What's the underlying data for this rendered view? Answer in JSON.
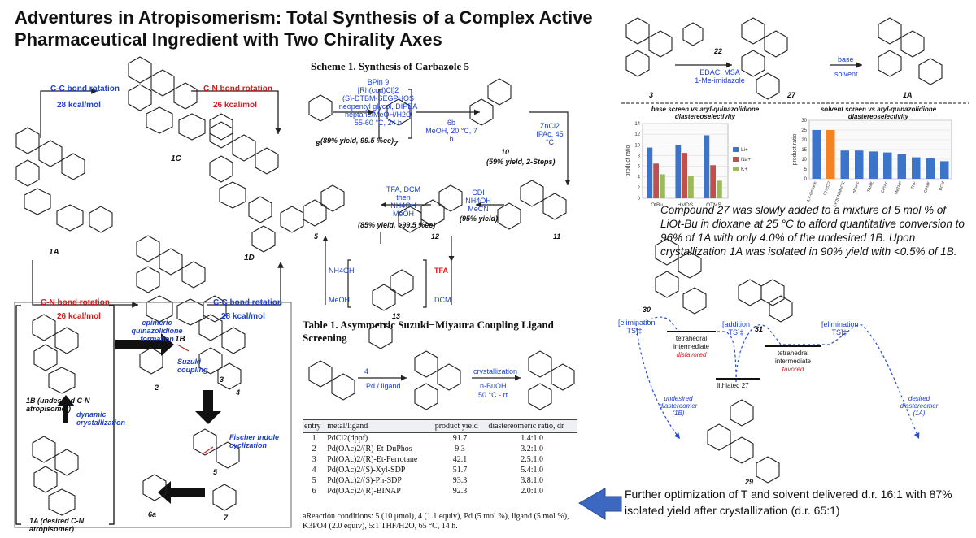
{
  "title": "Adventures in Atropisomerism: Total Synthesis of a Complex Active Pharmaceutical Ingredient with Two Chirality Axes",
  "left_panel": {
    "cc_rotation_1": "C-C bond rotation",
    "cc_energy_1": "28 kcal/mol",
    "cn_rotation_1": "C-N bond rotation",
    "cn_energy_1": "26 kcal/mol",
    "cn_rotation_2": "C-N bond rotation",
    "cn_energy_2": "26 kcal/mol",
    "cc_rotation_2": "C-C bond rotation",
    "cc_energy_2": "28 kcal/mol",
    "mol_1A": "1A",
    "mol_1B": "1B",
    "mol_1C": "1C",
    "mol_1D": "1D"
  },
  "retro_panel": {
    "undesired": "1B (undesired C-N atropisomer)",
    "desired": "1A (desired C-N atropisomer)",
    "dynamic": "dynamic crystallization",
    "epimeric": "epimeric quinazolidione formation",
    "suzuki": "Suzuki coupling",
    "fischer": "Fischer indole cyclization",
    "mol_2": "2",
    "mol_3": "3",
    "mol_4": "4",
    "mol_5": "5",
    "mol_6a": "6a",
    "mol_7": "7"
  },
  "scheme": {
    "title": "Scheme 1. Synthesis of Carbazole 5",
    "step1_lines": [
      "BPin 9",
      "[Rh(cod)Cl]2",
      "(S)-DTBM-SEGPHOS",
      "neopentyl glycol, DIPEA",
      "heptane/MeOH/H2O",
      "55-60 °C, 24 h"
    ],
    "step1_yield": "(89% yield, 99.5 %ee)",
    "step2_lines": [
      "6b",
      "MeOH, 20 °C, 7 h"
    ],
    "step3_lines": [
      "ZnCl2",
      "IPAc, 45 °C"
    ],
    "step3_yield": "(59% yield, 2-Steps)",
    "step4_lines": [
      "CDI",
      "NH4OH",
      "MeCN"
    ],
    "step4_yield": "(95% yield)",
    "step5_lines": [
      "TFA, DCM",
      "then",
      "NH4OH",
      "MeOH"
    ],
    "step5_yield": "(85% yield, >99.5 %ee)",
    "loop_left_top": "NH4OH",
    "loop_left_bottom": "MeOH",
    "loop_right_top": "TFA",
    "loop_right_bottom": "DCM",
    "mol_8": "8",
    "mol_7": "7",
    "mol_10": "10",
    "mol_11": "11",
    "mol_12": "12",
    "mol_5": "5",
    "mol_13": "13"
  },
  "table1": {
    "title": "Table 1. Asymmetric Suzuki−Miyaura Coupling Ligand Screening",
    "rxn_reagent": "Pd / ligand",
    "rxn_4": "4",
    "rxn_cryst": "crystallization",
    "rxn_solvent": "n-BuOH",
    "rxn_temp": "50 °C - rt",
    "headers": [
      "entry",
      "metal/ligand",
      "product yield",
      "diastereomeric ratio, dr"
    ],
    "rows": [
      [
        "1",
        "PdCl2(dppf)",
        "91.7",
        "1.4:1.0"
      ],
      [
        "2",
        "Pd(OAc)2/(R)-Et-DuPhos",
        "9.3",
        "3.2:1.0"
      ],
      [
        "3",
        "Pd(OAc)2/(R)-Et-Ferrotane",
        "42.1",
        "2.5:1.0"
      ],
      [
        "4",
        "Pd(OAc)2/(S)-Xyl-SDP",
        "51.7",
        "5.4:1.0"
      ],
      [
        "5",
        "Pd(OAc)2/(S)-Ph-SDP",
        "93.3",
        "3.8:1.0"
      ],
      [
        "6",
        "Pd(OAc)2/(R)-BINAP",
        "92.3",
        "2.0:1.0"
      ]
    ],
    "footnote": "aReaction conditions: 5 (10 μmol), 4 (1.1 equiv), Pd (5 mol %), ligand (5 mol %), K3PO4 (2.0 equiv), 5:1 THF/H2O, 65 °C, 14 h."
  },
  "coupling": {
    "reagent_22": "22",
    "conditions": [
      "EDAC, MSA",
      "1-Me-imidazole"
    ],
    "base": "base",
    "solvent": "solvent",
    "mol_3": "3",
    "mol_27": "27",
    "mol_1A": "1A"
  },
  "screens": {
    "left_title": "base screen vs aryl-quinazolidione diastereoselectivity",
    "right_title": "solvent screen vs aryl-quinazolidione diastereoselectivity"
  },
  "chart_data": [
    {
      "type": "bar",
      "title": "base screen vs aryl-quinazolidione diastereoselectivity",
      "ylabel": "product ratio",
      "categories": [
        "OtBu",
        "HMDS",
        "OTMS"
      ],
      "series": [
        {
          "name": "Li+",
          "values": [
            9.5,
            10,
            11.8
          ],
          "color": "#3b74c8"
        },
        {
          "name": "Na+",
          "values": [
            6.5,
            8.5,
            6.2
          ],
          "color": "#c0504d"
        },
        {
          "name": "K+",
          "values": [
            4.5,
            4.2,
            3.3
          ],
          "color": "#9bbb59"
        }
      ],
      "ylim": [
        0,
        14
      ],
      "yticks": [
        0,
        2,
        4,
        6,
        8,
        10,
        12,
        14
      ]
    },
    {
      "type": "bar",
      "title": "solvent screen vs aryl-quinazolidione diastereoselectivity",
      "ylabel": "product ratio",
      "categories": [
        "1,4-dioxane",
        "CH2Cl2",
        "CH3CN/MeCl2",
        "nBuAc",
        "TAME",
        "CPrAc",
        "MeTHF",
        "THF",
        "CPME",
        "DCM"
      ],
      "values": [
        25,
        25,
        14.5,
        14.5,
        14,
        13.5,
        12.5,
        11,
        10.5,
        9
      ],
      "colors": [
        "#3b74c8",
        "#f58220",
        "#3b74c8",
        "#3b74c8",
        "#3b74c8",
        "#3b74c8",
        "#3b74c8",
        "#3b74c8",
        "#3b74c8",
        "#3b74c8"
      ],
      "ylim": [
        0,
        30
      ],
      "yticks": [
        0,
        5,
        10,
        15,
        20,
        25,
        30
      ]
    }
  ],
  "note": "Compound 27 was slowly added to a mixture of 5 mol % of LiOt-Bu in dioxane at 25 °C to afford quantitative conversion to 96% of 1A with only 4.0% of the undesired 1B. Upon crystallization 1A was isolated in 90% yield with <0.5% of 1B.",
  "mechanism": {
    "elim_ts_left": "[elimination TS]‡",
    "addition_ts": "[addition TS]‡",
    "elim_ts_right": "[elimination TS]‡",
    "tet_left": [
      "tetrahedral",
      "intermediate",
      "disfavored"
    ],
    "tet_right": [
      "tetrahedral",
      "intermediate",
      "favored"
    ],
    "lithiated": "lithiated 27",
    "undesired": "undesired diastereomer (1B)",
    "desired": "desired diastereomer (1A)",
    "mol_30": "30",
    "mol_31": "31",
    "mol_29": "29"
  },
  "optimization": "Further optimization of T and solvent delivered d.r. 16:1 with 87% isolated yield after crystallization (d.r. 65:1)"
}
